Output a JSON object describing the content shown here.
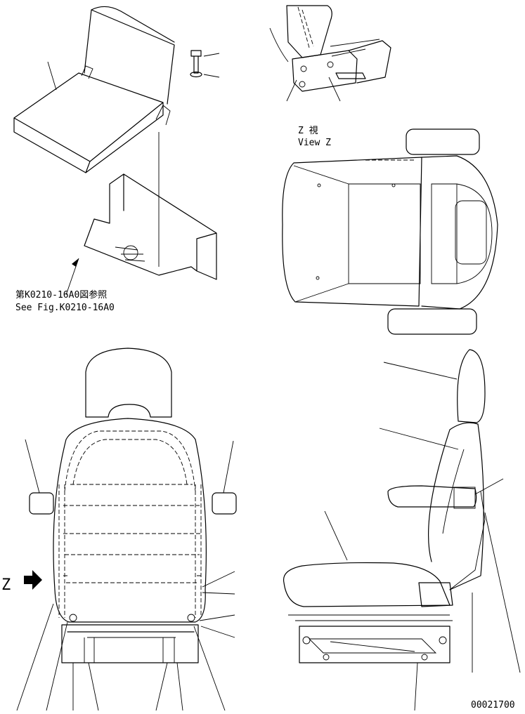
{
  "view_z": {
    "jp": "Z 視",
    "en": "View Z"
  },
  "reference": {
    "jp": "第K0210-16A0図参照",
    "en": "See Fig.K0210-16A0"
  },
  "z_marker": "Z",
  "drawing_number": "00021700",
  "colors": {
    "line": "#000000",
    "background": "#ffffff"
  }
}
